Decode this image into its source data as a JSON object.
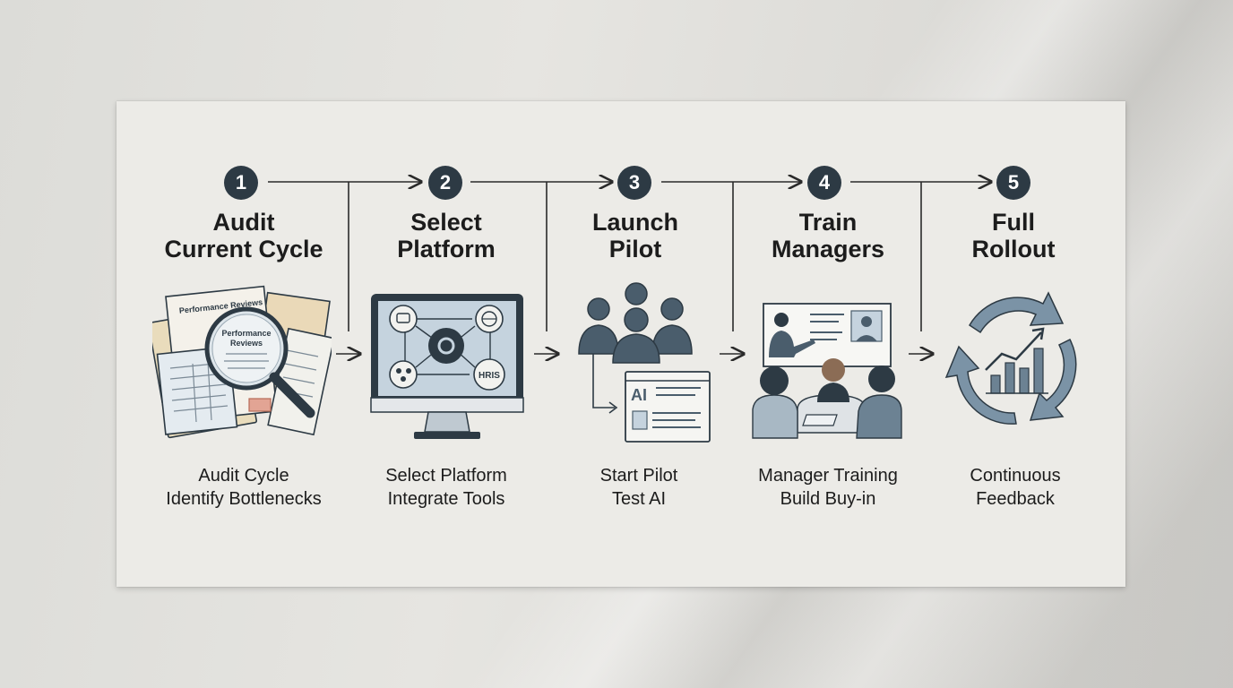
{
  "steps": [
    {
      "number": "1",
      "title_line1": "Audit",
      "title_line2": "Current Cycle",
      "desc_line1": "Audit Cycle",
      "desc_line2": "Identify Bottlenecks"
    },
    {
      "number": "2",
      "title_line1": "Select",
      "title_line2": "Platform",
      "desc_line1": "Select Platform",
      "desc_line2": "Integrate Tools"
    },
    {
      "number": "3",
      "title_line1": "Launch",
      "title_line2": "Pilot",
      "desc_line1": "Start Pilot",
      "desc_line2": "Test AI"
    },
    {
      "number": "4",
      "title_line1": "Train",
      "title_line2": "Managers",
      "desc_line1": "Manager Training",
      "desc_line2": "Build Buy-in"
    },
    {
      "number": "5",
      "title_line1": "Full",
      "title_line2": "Rollout",
      "desc_line1": "Continuous",
      "desc_line2": "Feedback"
    }
  ],
  "illustrations": {
    "step1_doc_label": "Performance Reviews",
    "step1_lens_line1": "Performance",
    "step1_lens_line2": "Reviews",
    "step2_hris_label": "HRIS",
    "step3_ai_label": "AI"
  },
  "colors": {
    "dark": "#2d3a44",
    "slate": "#4a5d6c",
    "blue_gray": "#8fa6b8",
    "light_blue": "#c5d3de",
    "paper": "#f1e6cc",
    "accent_red": "#e2a494"
  }
}
